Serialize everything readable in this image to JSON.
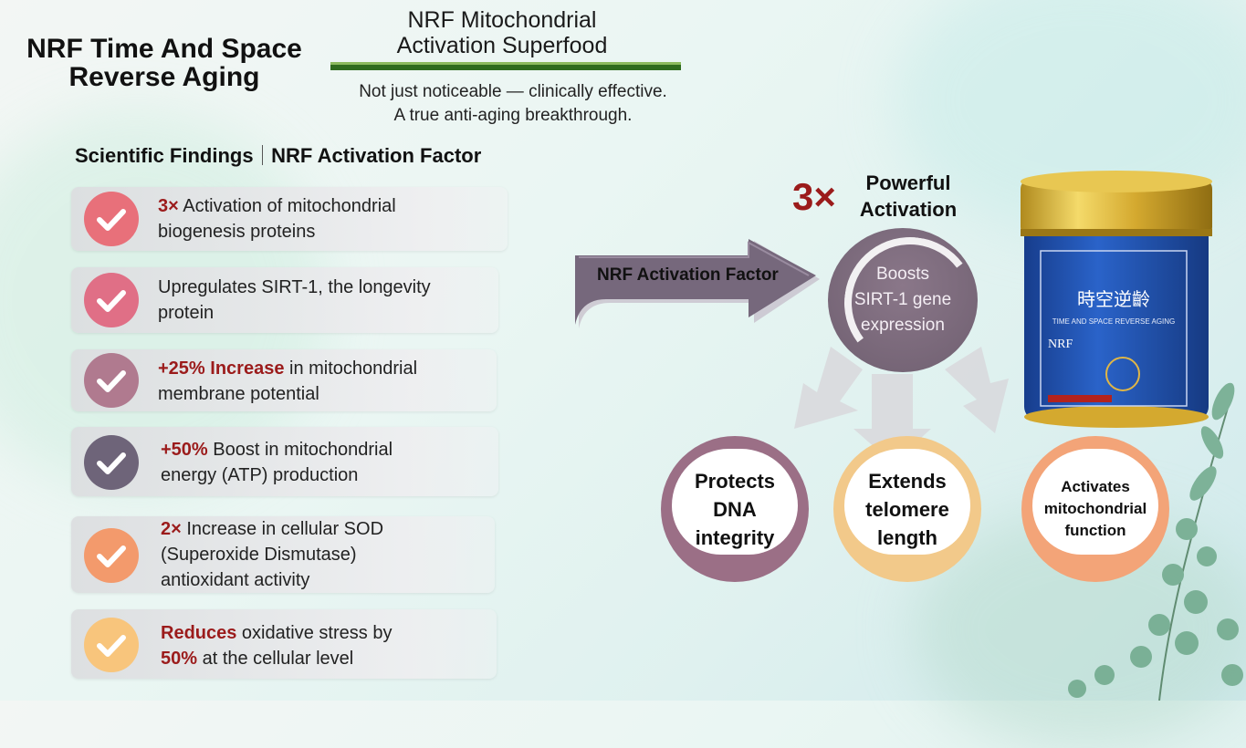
{
  "header": {
    "main_title_line1": "NRF Time And Space",
    "main_title_line2": "Reverse Aging",
    "sub_title_line1": "NRF Mitochondrial",
    "sub_title_line2": "Activation Superfood",
    "tagline_line1": "Not just noticeable — clinically effective.",
    "tagline_line2": "A true anti-aging breakthrough."
  },
  "section": {
    "left": "Scientific Findings",
    "right": "NRF Activation Factor"
  },
  "findings": [
    {
      "hl1": "3×",
      "t1": " Activation of mitochondrial",
      "t2": "biogenesis proteins",
      "color": "#e8707a"
    },
    {
      "hl1": "",
      "t1": "Upregulates SIRT-1, the longevity",
      "t2": "protein",
      "color": "#e06f86"
    },
    {
      "hl1": "+25% Increase",
      "t1": " in mitochondrial",
      "t2": "membrane potential",
      "color": "#b07a8f"
    },
    {
      "hl1": "+50%",
      "t1": " Boost in mitochondrial",
      "t2": "energy (ATP) production",
      "color": "#6e6479"
    },
    {
      "hl1": "2×",
      "t1": " Increase in cellular SOD",
      "t2": "(Superoxide Dismutase)",
      "t3": "antioxidant activity",
      "color": "#f39a6c"
    },
    {
      "hl1": "Reduces",
      "t1": " oxidative stress by",
      "hl2": "50%",
      "t2": " at the cellular level",
      "color": "#f8c57c"
    }
  ],
  "arrow_label": "NRF Activation Factor",
  "multiplier": "3×",
  "powerful_line1": "Powerful",
  "powerful_line2": "Activation",
  "center_circle": {
    "l1": "Boosts",
    "l2": "SIRT-1 gene",
    "l3": "expression"
  },
  "outcomes": {
    "dna": {
      "l1": "Protects",
      "l2": "DNA",
      "l3": "integrity"
    },
    "telomere": {
      "l1": "Extends",
      "l2": "telomere",
      "l3": "length"
    },
    "mito": {
      "l1": "Activates",
      "l2": "mitochondrial",
      "l3": "function"
    }
  },
  "product": {
    "chinese_name": "時空逆齡",
    "english_name": "TIME AND SPACE REVERSE AGING",
    "brand": "NRF"
  }
}
